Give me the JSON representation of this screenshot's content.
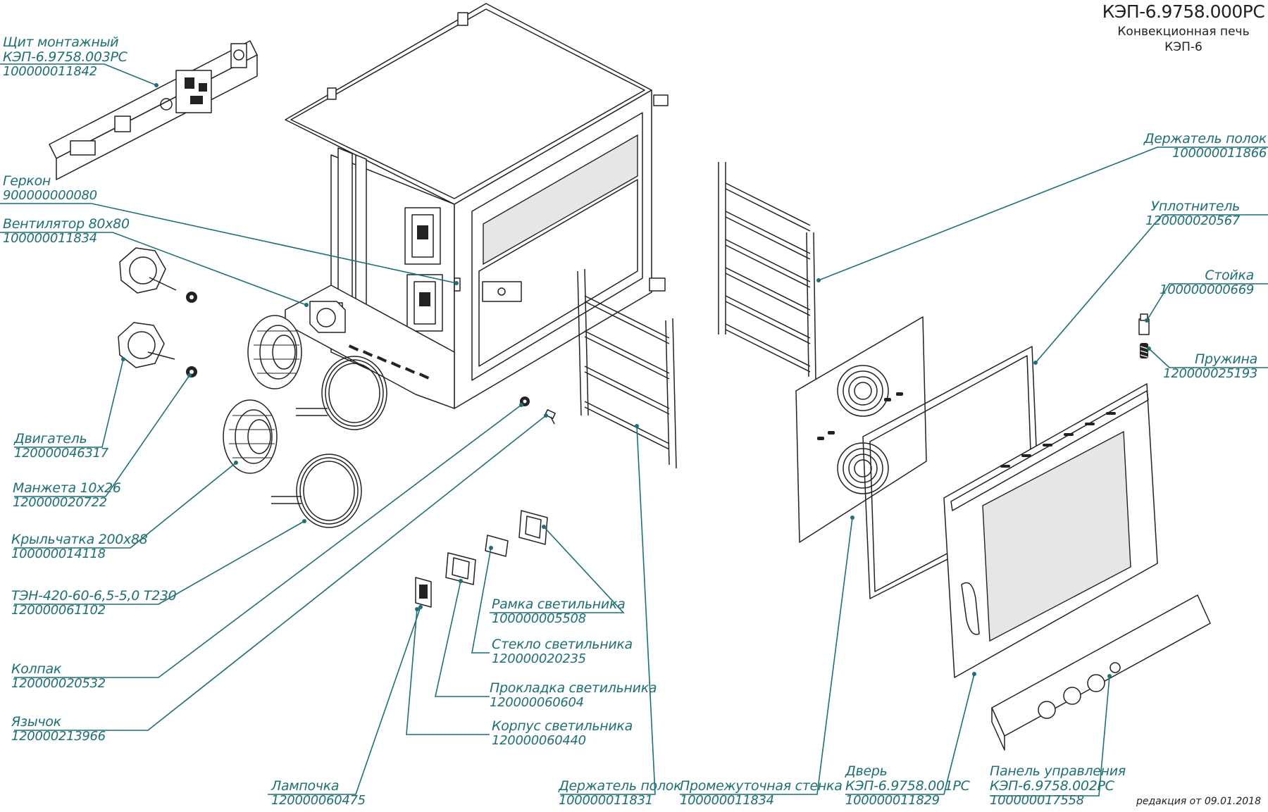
{
  "header": {
    "code": "КЭП-6.9758.000РС",
    "title": "Конвекционная печь",
    "model": "КЭП-6"
  },
  "footer": {
    "revision": "редакция от 09.01.2018"
  },
  "parts": [
    {
      "id": "shield",
      "name": "Щит монтажный",
      "name2": "КЭП-6.9758.003РС",
      "code": "100000011842"
    },
    {
      "id": "reed",
      "name": "Геркон",
      "code": "900000000080"
    },
    {
      "id": "fan",
      "name": "Вентилятор 80х80",
      "code": "100000011834"
    },
    {
      "id": "motor",
      "name": "Двигатель",
      "code": "120000046317"
    },
    {
      "id": "cuff",
      "name": "Манжета 10х26",
      "code": "120000020722"
    },
    {
      "id": "impeller",
      "name": "Крыльчатка 200х88",
      "code": "100000014118"
    },
    {
      "id": "heater",
      "name": "ТЭН-420-60-6,5-5,0 Т230",
      "code": "120000061102"
    },
    {
      "id": "cap",
      "name": "Колпак",
      "code": "120000020532"
    },
    {
      "id": "tongue",
      "name": "Язычок",
      "code": "120000213966"
    },
    {
      "id": "lamp",
      "name": "Лампочка",
      "code": "120000060475"
    },
    {
      "id": "lamp-frame",
      "name": "Рамка светильника",
      "code": "100000005508"
    },
    {
      "id": "lamp-glass",
      "name": "Стекло светильника",
      "code": "120000020235"
    },
    {
      "id": "lamp-gasket",
      "name": "Прокладка светильника",
      "code": "120000060604"
    },
    {
      "id": "lamp-body",
      "name": "Корпус светильника",
      "code": "120000060440"
    },
    {
      "id": "shelf-holder-1",
      "name": "Держатель полок",
      "code": "100000011831"
    },
    {
      "id": "mid-wall",
      "name": "Промежуточная стенка",
      "code": "100000011834"
    },
    {
      "id": "door",
      "name": "Дверь",
      "name2": "КЭП-6.9758.001РС",
      "code": "100000011829"
    },
    {
      "id": "control-panel",
      "name": "Панель управления",
      "name2": "КЭП-6.9758.002РС",
      "code": "100000017558"
    },
    {
      "id": "shelf-holder-2",
      "name": "Держатель полок",
      "code": "100000011866"
    },
    {
      "id": "seal",
      "name": "Уплотнитель",
      "code": "120000020567"
    },
    {
      "id": "post",
      "name": "Стойка",
      "code": "100000000669"
    },
    {
      "id": "spring",
      "name": "Пружина",
      "code": "120000025193"
    }
  ]
}
